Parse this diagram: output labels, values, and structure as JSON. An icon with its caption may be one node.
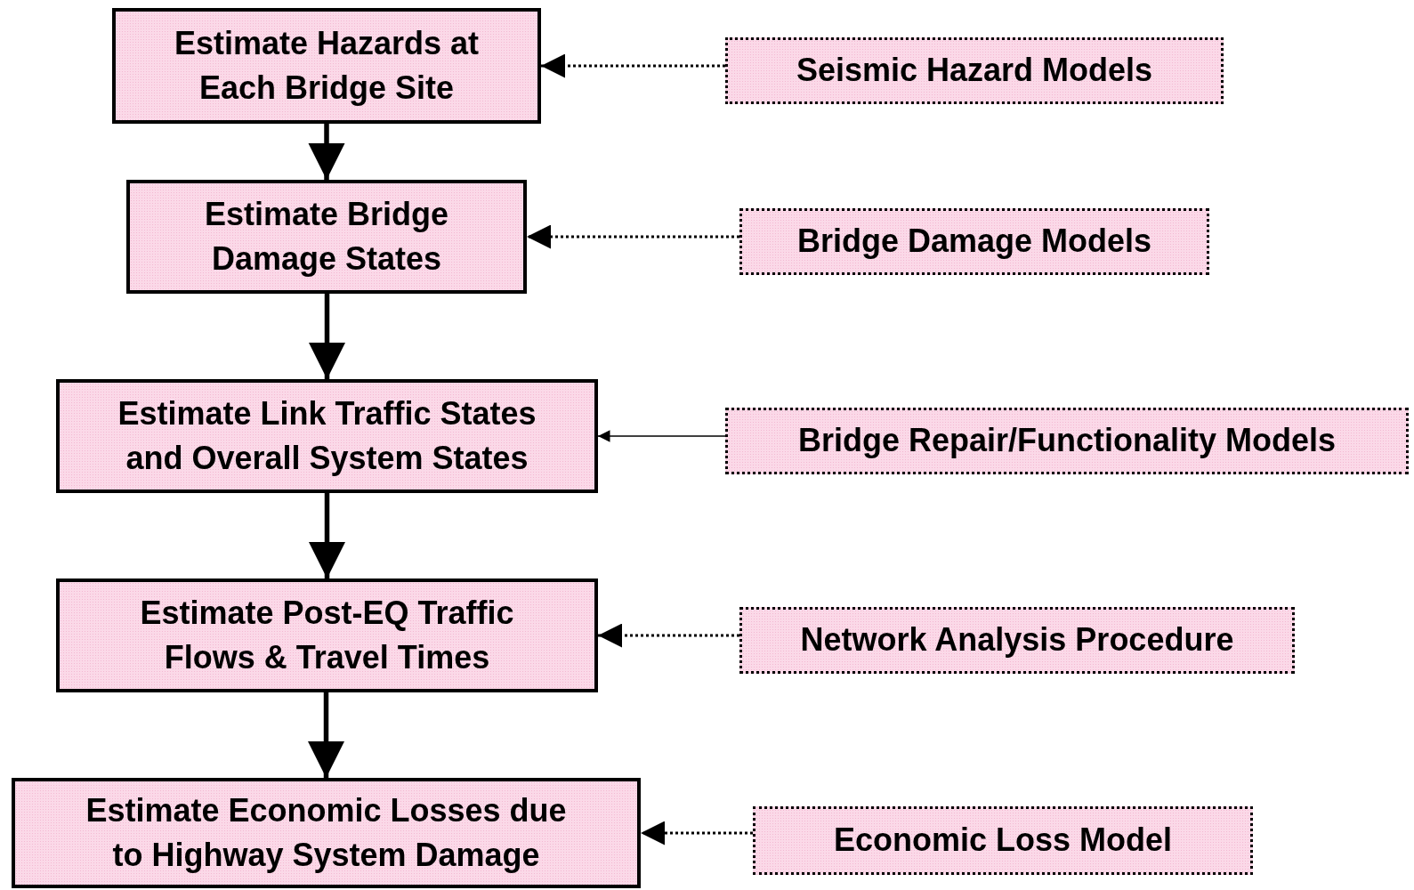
{
  "diagram": {
    "nodes": [
      {
        "text": [
          "Estimate Hazards at Each Bridge Site"
        ]
      },
      {
        "text": [
          "Seismic Hazard Models"
        ]
      },
      {
        "text": [
          "Estimate Bridge Damage States"
        ]
      },
      {
        "text": [
          "Bridge Damage Models"
        ]
      },
      {
        "text": [
          "Estimate Link Traffic States and Overall System States"
        ]
      },
      {
        "text": [
          "Bridge Repair/Functionality Models"
        ]
      },
      {
        "text": [
          "Estimate Post-EQ Traffic Flows & Travel Times"
        ]
      },
      {
        "text": [
          "Network Analysis Procedure"
        ]
      },
      {
        "text": [
          "Estimate Economic Losses due to Highway System Damage"
        ]
      },
      {
        "text": [
          "Economic Loss Model"
        ]
      }
    ],
    "edges": [
      {
        "from": 0,
        "to": 2,
        "arrow": "to",
        "style": "thick"
      },
      {
        "from": 2,
        "to": 4,
        "arrow": "to",
        "style": "thick"
      },
      {
        "from": 4,
        "to": 6,
        "arrow": "to",
        "style": "thick"
      },
      {
        "from": 6,
        "to": 8,
        "arrow": "to",
        "style": "thick"
      },
      {
        "from": 1,
        "to": 0,
        "arrow": "to",
        "style": "dashed"
      },
      {
        "from": 3,
        "to": 2,
        "arrow": "to",
        "style": "dashed"
      },
      {
        "from": 5,
        "to": 4,
        "arrow": "to"
      },
      {
        "from": 7,
        "to": 6,
        "arrow": "to",
        "style": "dashed"
      },
      {
        "from": 9,
        "to": 8,
        "arrow": "to",
        "style": "dashed"
      }
    ]
  }
}
